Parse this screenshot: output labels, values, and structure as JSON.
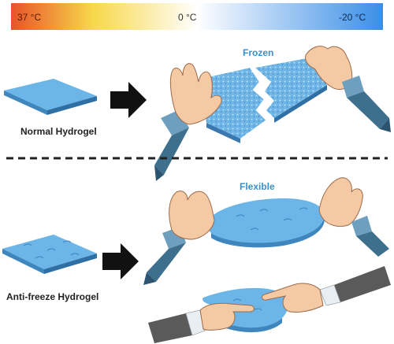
{
  "temperature_scale": {
    "hot_label": "37 °C",
    "mid_label": "0 °C",
    "cold_label": "-20 °C",
    "colors": {
      "hot": "#e8532a",
      "warm": "#f7d84a",
      "neutral": "#ffffff",
      "cold": "#3b8ee6"
    }
  },
  "top_row": {
    "sample_label": "Normal Hydrogel",
    "state_label": "Frozen"
  },
  "bottom_row": {
    "sample_label": "Anti-freeze Hydrogel",
    "state_label": "Flexible"
  },
  "colors": {
    "gel_top": "#6bb5e8",
    "gel_side": "#3f86bf",
    "state_text": "#3a8fd0",
    "skin": "#f5c9a4",
    "sleeve_blue": "#3e6f8c",
    "sleeve_grey": "#5a5a5a",
    "divider": "#222222"
  }
}
